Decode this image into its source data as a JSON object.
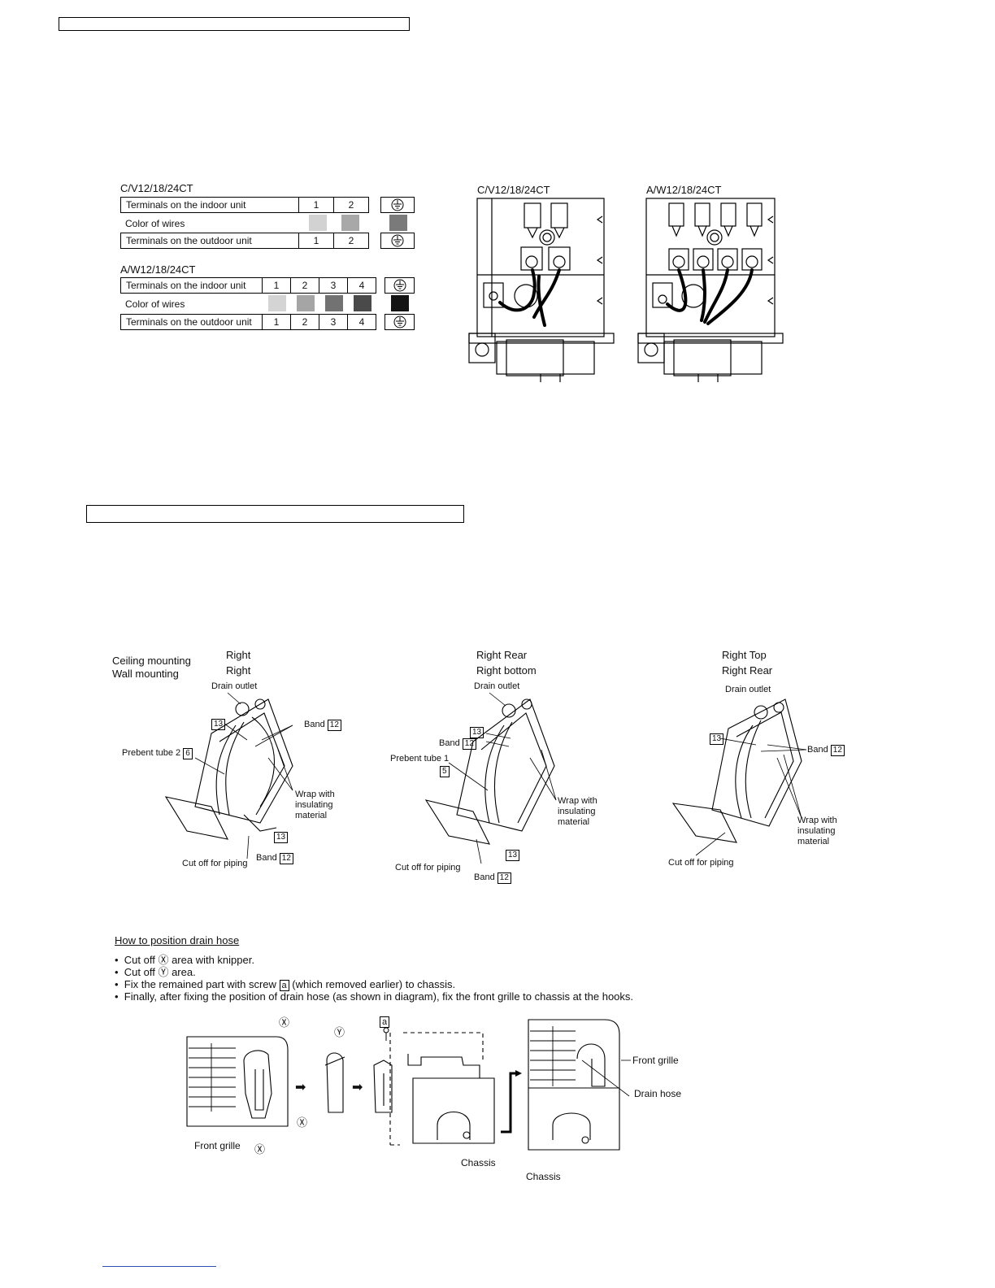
{
  "wiring_tables": {
    "cv": {
      "title": "C/V12/18/24CT",
      "indoor_label": "Terminals on the indoor unit",
      "color_label": "Color of wires",
      "outdoor_label": "Terminals on the outdoor unit",
      "terminals": [
        "1",
        "2"
      ],
      "wire_colors": [
        "#d2d2d2",
        "#a8a8a8",
        "#7a7a7a"
      ]
    },
    "aw": {
      "title": "A/W12/18/24CT",
      "indoor_label": "Terminals on the indoor unit",
      "color_label": "Color of wires",
      "outdoor_label": "Terminals on the outdoor unit",
      "terminals": [
        "1",
        "2",
        "3",
        "4"
      ],
      "wire_colors": [
        "#d4d4d4",
        "#a5a5a5",
        "#727272",
        "#4a4a4a",
        "#141414"
      ]
    }
  },
  "terminal_diagrams": {
    "cv_title": "C/V12/18/24CT",
    "aw_title": "A/W12/18/24CT"
  },
  "piping": {
    "row1_labels": [
      "Ceiling mounting",
      "Wall mounting"
    ],
    "fig1": {
      "top": "Right",
      "bottom": "Right",
      "drain_outlet": "Drain outlet",
      "part13": "13",
      "band": "Band",
      "part12": "12",
      "prebent": "Prebent tube 2",
      "part6": "6",
      "wrap": [
        "Wrap with",
        "insulating",
        "material"
      ],
      "cut_off": "Cut off for piping",
      "part13b": "13",
      "band_b": "Band",
      "part12b": "12"
    },
    "fig2": {
      "top": "Right Rear",
      "bottom": "Right bottom",
      "drain_outlet": "Drain outlet",
      "part13": "13",
      "band": "Band",
      "part12": "12",
      "prebent": "Prebent tube 1",
      "part5": "5",
      "wrap": [
        "Wrap with",
        "insulating",
        "material"
      ],
      "cut_off": "Cut off for piping",
      "part13b": "13",
      "band_b": "Band",
      "part12b": "12"
    },
    "fig3": {
      "top": "Right Top",
      "bottom": "Right Rear",
      "drain_outlet": "Drain outlet",
      "part13": "13",
      "band": "Band",
      "part12": "12",
      "wrap": [
        "Wrap with",
        "insulating",
        "material"
      ],
      "cut_off": "Cut off for piping"
    }
  },
  "drain_hose": {
    "heading": "How to position drain hose",
    "steps": [
      "Cut off Ⓧ area with knipper.",
      "Cut off Ⓨ area.",
      "Fix the remained part with screw",
      "(which removed earlier) to chassis.",
      "Finally, after fixing the position of drain hose (as shown in diagram), fix the front grille to chassis at the hooks."
    ],
    "screw_label": "a",
    "x_mark": "Ⓧ",
    "y_mark": "Ⓨ",
    "front_grille": "Front grille",
    "front_grille_right": "Front grille",
    "drain_hose": "Drain hose",
    "chassis": "Chassis",
    "chassis2": "Chassis"
  }
}
